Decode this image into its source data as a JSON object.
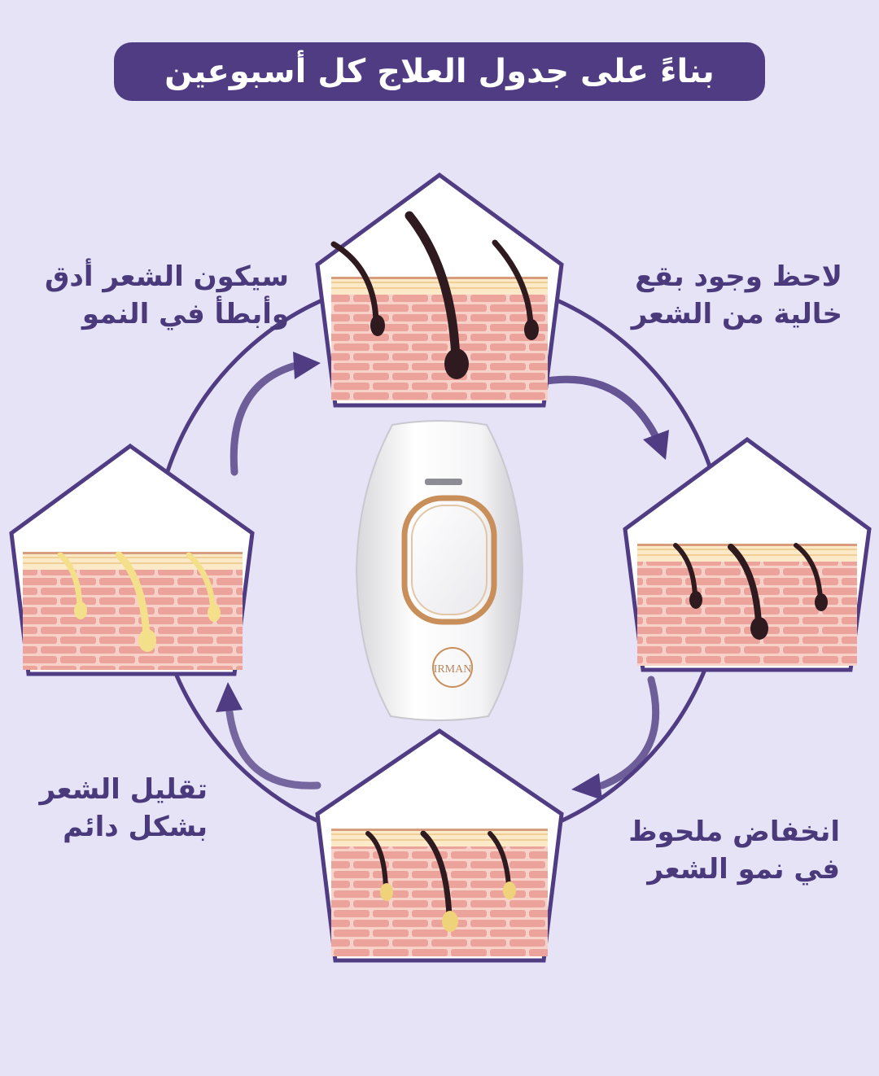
{
  "header": {
    "title": "بناءً على جدول العلاج كل أسبوعين"
  },
  "stages": [
    {
      "line1": "لاحظ وجود بقع",
      "line2": "خالية من الشعر"
    },
    {
      "line1": "انخفاض ملحوظ",
      "line2": "في نمو الشعر"
    },
    {
      "line1": "تقليل الشعر",
      "line2": "بشكل دائم"
    },
    {
      "line1": "سيكون الشعر أدق",
      "line2": "وأبطأ في النمو"
    }
  ],
  "device": {
    "brand": "IRMAN"
  },
  "colors": {
    "background": "#e6e3f6",
    "primary": "#4f3c82",
    "skin": "#f3c4bd",
    "brick": "#eba39c",
    "hair_dark": "#2e1a1f",
    "hair_light": "#f4e08a",
    "gold": "#c88f5a"
  }
}
